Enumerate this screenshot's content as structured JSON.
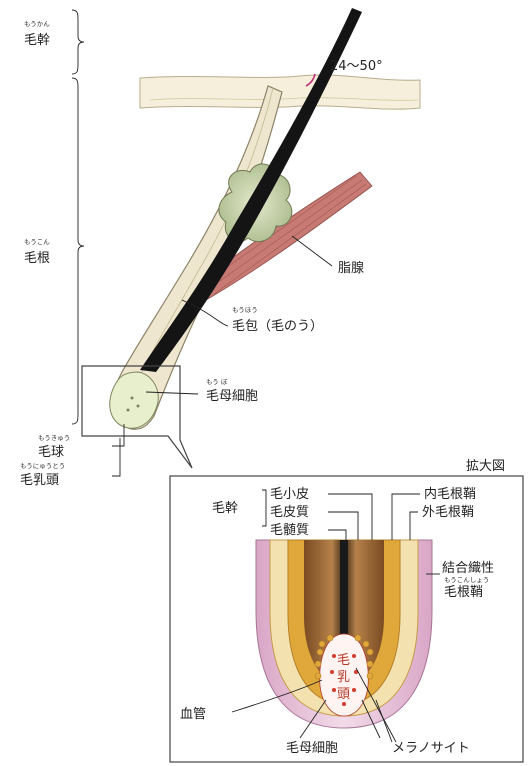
{
  "angle_label": "24～50°",
  "labels": {
    "moukan": {
      "text": "毛幹",
      "ruby": "もうかん"
    },
    "moukon": {
      "text": "毛根",
      "ruby": "もうこん"
    },
    "shisen": {
      "text": "脂腺"
    },
    "mouhou": {
      "text": "毛包（毛のう）",
      "ruby": "もうほう"
    },
    "moubo": {
      "text": "毛母細胞",
      "ruby": "もう ぼ"
    },
    "moukyuu": {
      "text": "毛球",
      "ruby": "もうきゅう"
    },
    "mounyuutou": {
      "text": "毛乳頭",
      "ruby": "もうにゅうとう"
    }
  },
  "inset": {
    "title": "拡大図",
    "shaft_group": "毛幹",
    "cuticle": "毛小皮",
    "cortex": "毛皮質",
    "medulla": "毛髄質",
    "inner_sheath": "内毛根鞘",
    "outer_sheath": "外毛根鞘",
    "ct_sheath_1": "結合織性",
    "ct_sheath_2": "毛根鞘",
    "ct_sheath_ruby": "もうこんしょう",
    "papilla_1": "毛",
    "papilla_2": "乳",
    "papilla_3": "頭",
    "blood_vessel": "血管",
    "matrix_cells": "毛母細胞",
    "melanocyte": "メラノサイト"
  },
  "colors": {
    "hair": "#141414",
    "sheath": "#efe6cf",
    "muscle": "#c77a74",
    "gland": "#c9d3a8",
    "box": "#444444",
    "pink_outer": "#e6c3d9",
    "brown": "#8a5a2a",
    "gold": "#e0a83a",
    "red_dot": "#d63a2a"
  }
}
